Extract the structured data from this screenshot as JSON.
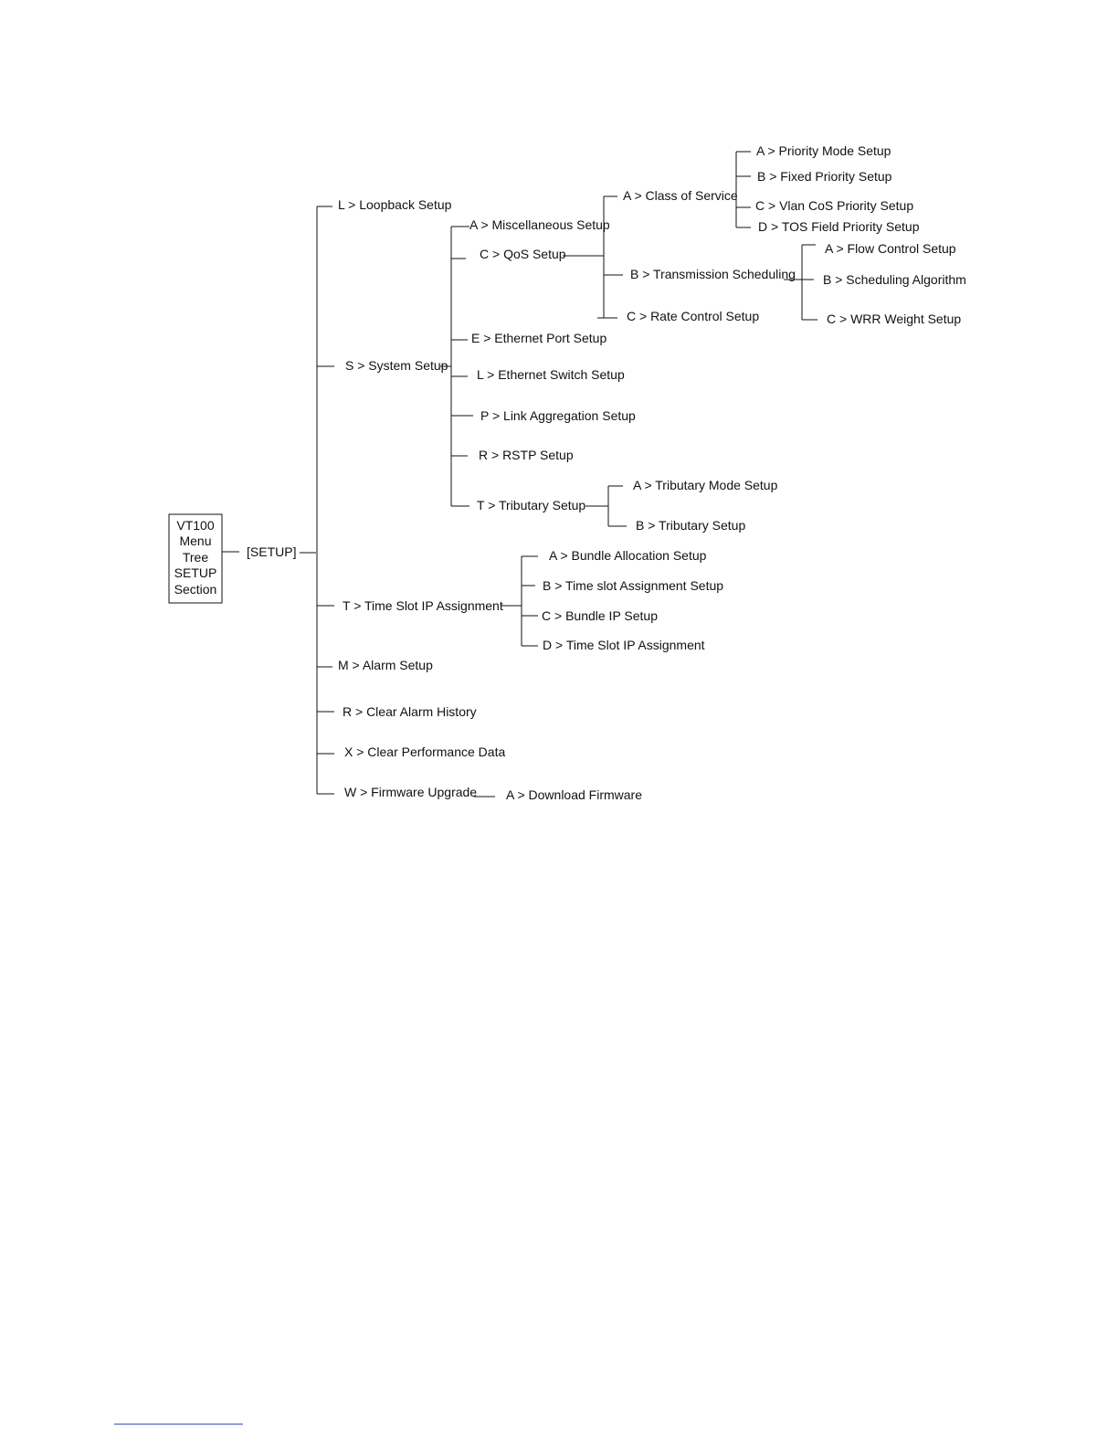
{
  "root": {
    "lines": [
      "VT100",
      "Menu",
      "Tree",
      "SETUP",
      "Section"
    ],
    "setup_label": "[SETUP]"
  },
  "level1": {
    "loopback": "L > Loopback Setup",
    "system": "S > System Setup",
    "timeslot": "T > Time Slot IP Assignment",
    "alarm": "M > Alarm Setup",
    "clear_alarm": "R > Clear Alarm History",
    "clear_perf": "X > Clear Performance Data",
    "firmware": "W > Firmware Upgrade"
  },
  "system": {
    "misc": "A > Miscellaneous Setup",
    "qos": "C > QoS Setup",
    "eth_port": "E > Ethernet Port Setup",
    "eth_switch": "L > Ethernet Switch Setup",
    "link_agg": "P > Link Aggregation Setup",
    "rstp": "R > RSTP  Setup",
    "tributary": "T > Tributary Setup"
  },
  "qos": {
    "cos": "A > Class of Service",
    "trans": "B > Transmission Scheduling",
    "rate": "C > Rate Control Setup"
  },
  "cos": {
    "priority_mode": "A > Priority Mode Setup",
    "fixed_priority": "B > Fixed Priority Setup",
    "vlan_cos": "C > Vlan CoS Priority Setup",
    "tos_field": "D > TOS Field Priority Setup"
  },
  "trans": {
    "flow": "A > Flow Control Setup",
    "sched": "B > Scheduling Algorithm",
    "wrr": "C > WRR Weight Setup"
  },
  "tributary": {
    "mode": "A > Tributary Mode Setup",
    "setup": "B > Tributary Setup"
  },
  "timeslot": {
    "bundle_alloc": "A > Bundle Allocation Setup",
    "ts_assign": "B > Time slot Assignment Setup",
    "bundle_ip": "C > Bundle IP Setup",
    "ts_ip": "D > Time Slot IP Assignment"
  },
  "firmware": {
    "download": "A > Download Firmware"
  }
}
